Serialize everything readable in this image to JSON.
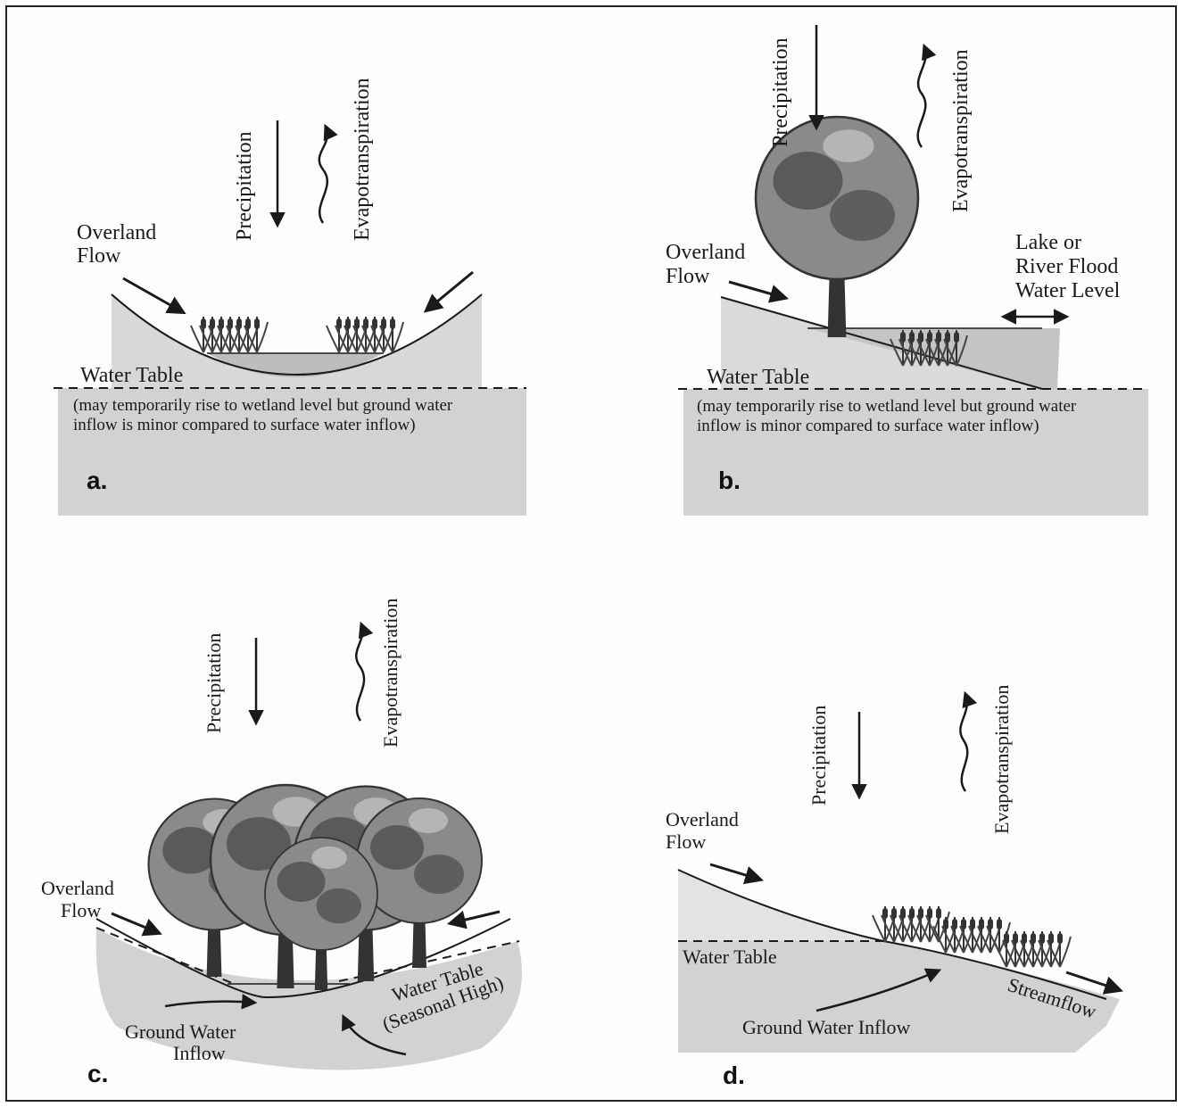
{
  "panels": {
    "a": {
      "letter": "a.",
      "precipitation": "Precipitation",
      "evapotranspiration": "Evapotranspiration",
      "overland_flow_1": "Overland",
      "overland_flow_2": "Flow",
      "water_table": "Water Table",
      "note_1": "(may temporarily rise to wetland level but ground water",
      "note_2": "inflow is minor compared to surface water inflow)"
    },
    "b": {
      "letter": "b.",
      "precipitation": "Precipitation",
      "evapotranspiration": "Evapotranspiration",
      "overland_flow_1": "Overland",
      "overland_flow_2": "Flow",
      "lake_1": "Lake or",
      "lake_2": "River Flood",
      "lake_3": "Water Level",
      "water_table": "Water Table",
      "note_1": "(may temporarily rise to wetland level but ground water",
      "note_2": "inflow is minor compared to surface water inflow)"
    },
    "c": {
      "letter": "c.",
      "precipitation": "Precipitation",
      "evapotranspiration": "Evapotranspiration",
      "overland_flow_1": "Overland",
      "overland_flow_2": "Flow",
      "water_table_1": "Water Table",
      "water_table_2": "(Seasonal High)",
      "ground_water_1": "Ground Water",
      "ground_water_2": "Inflow"
    },
    "d": {
      "letter": "d.",
      "precipitation": "Precipitation",
      "evapotranspiration": "Evapotranspiration",
      "overland_flow_1": "Overland",
      "overland_flow_2": "Flow",
      "water_table": "Water Table",
      "streamflow": "Streamflow",
      "ground_water": "Ground Water Inflow"
    }
  },
  "colors": {
    "ground": "#d2d2d2",
    "water": "#bfbfbf",
    "tree_canopy": "#8a8a8a",
    "tree_dark": "#4a4a4a",
    "line": "#1a1a1a"
  }
}
